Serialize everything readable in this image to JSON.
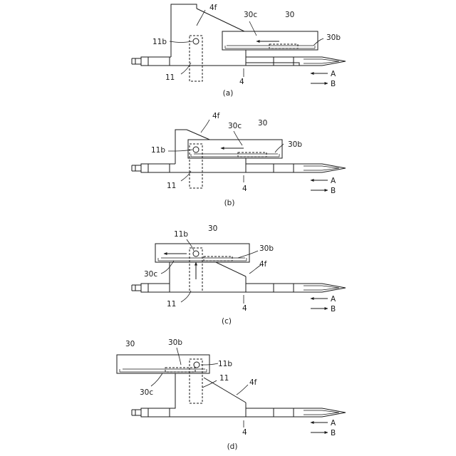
{
  "panels": [
    {
      "caption": "(a)",
      "part_body": "4",
      "part_slope": "4f",
      "part_pin": "11b",
      "part_rod": "11",
      "part_slider": "30",
      "part_guide": "30c",
      "part_tail": "30b",
      "dir_a": "A",
      "dir_b": "B"
    },
    {
      "caption": "(b)",
      "part_body": "4",
      "part_slope": "4f",
      "part_pin": "11b",
      "part_rod": "11",
      "part_slider": "30",
      "part_guide": "30c",
      "part_tail": "30b",
      "dir_a": "A",
      "dir_b": "B"
    },
    {
      "caption": "(c)",
      "part_body": "4",
      "part_slope": "4f",
      "part_pin": "11b",
      "part_rod": "11",
      "part_slider": "30",
      "part_guide": "30c",
      "part_tail": "30b",
      "dir_a": "A",
      "dir_b": "B"
    },
    {
      "caption": "(d)",
      "part_body": "4",
      "part_slope": "4f",
      "part_pin": "11b",
      "part_rod": "11",
      "part_slider": "30",
      "part_guide": "30c",
      "part_tail": "30b",
      "dir_a": "A",
      "dir_b": "B"
    }
  ]
}
